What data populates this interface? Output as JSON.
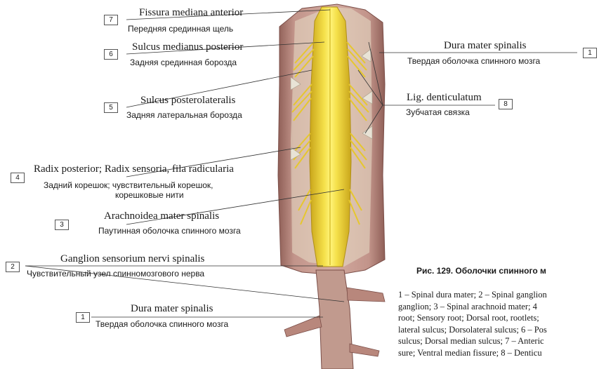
{
  "labels": {
    "l7": {
      "num": "7",
      "latin": "Fissura mediana anterior",
      "russian": "Передняя срединная щель"
    },
    "l6": {
      "num": "6",
      "latin": "Sulcus medianus posterior",
      "russian": "Задняя срединная борозда"
    },
    "l5": {
      "num": "5",
      "latin": "Sulcus posterolateralis",
      "russian": "Задняя латеральная борозда"
    },
    "l4": {
      "num": "4",
      "latin": "Radix posterior; Radix sensoria, fila radicularia",
      "russian_1": "Задний корешок; чувствительный корешок,",
      "russian_2": "корешковые нити"
    },
    "l3": {
      "num": "3",
      "latin": "Arachnoidea mater spinalis",
      "russian": "Паутинная оболочка спинного мозга"
    },
    "l2": {
      "num": "2",
      "latin": "Ganglion sensorium nervi spinalis",
      "russian": "Чувствительный узел спинномозгового нерва"
    },
    "l1b": {
      "num": "1",
      "latin": "Dura mater spinalis",
      "russian": "Твердая оболочка спинного мозга"
    },
    "l1t": {
      "num": "1",
      "latin": "Dura mater spinalis",
      "russian": "Твердая оболочка спинного мозга"
    },
    "l8": {
      "num": "8",
      "latin": "Lig. denticulatum",
      "russian": "Зубчатая связка"
    }
  },
  "caption": {
    "title": "Рис. 129. Оболочки спинного м",
    "lines": [
      "1 – Spinal dura mater; 2 – Spinal ganglion",
      "ganglion; 3 – Spinal arachnoid mater; 4",
      "root; Sensory root; Dorsal root, rootlets;",
      "lateral sulcus; Dorsolateral sulcus; 6 – Pos",
      "sulcus; Dorsal median sulcus; 7 – Anteric",
      "sure; Ventral median fissure; 8 – Denticu"
    ]
  },
  "colors": {
    "dura": "#b5847a",
    "dura_dark": "#8a5c55",
    "cord": "#f2dc2a",
    "cord_shadow": "#d9b81a",
    "line": "#333333"
  }
}
